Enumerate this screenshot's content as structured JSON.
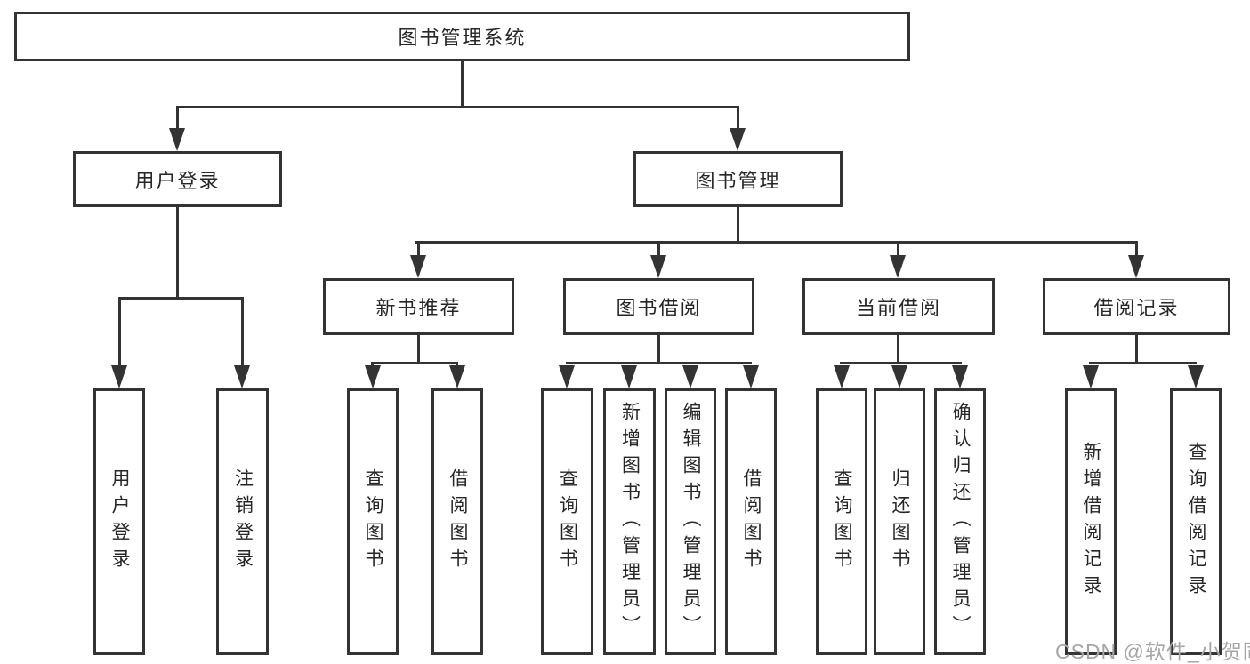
{
  "diagram": {
    "type": "hierarchy-tree",
    "title": "图书管理系统",
    "colors": {
      "background": "#ffffff",
      "line": "#333333",
      "box_border": "#333333",
      "box_fill": "#ffffff",
      "text": "#262626",
      "watermark": "#a6a6a6"
    },
    "watermark": "CSDN @软件_小贺同学",
    "nodes": {
      "root": {
        "label": "图书管理系统"
      },
      "userLogin": {
        "label": "用户登录"
      },
      "bookMgmt": {
        "label": "图书管理"
      },
      "newBookRec": {
        "label": "新书推荐"
      },
      "bookBorrow": {
        "label": "图书借阅"
      },
      "currentBorrow": {
        "label": "当前借阅"
      },
      "borrowRecords": {
        "label": "借阅记录"
      },
      "loginLeaf": {
        "label": "用户登录"
      },
      "logoutLeaf": {
        "label": "注销登录"
      },
      "recQuery": {
        "label": "查询图书"
      },
      "recBorrow": {
        "label": "借阅图书"
      },
      "bwQuery": {
        "label": "查询图书"
      },
      "bwAdd": {
        "label": "新增图书（管理员）"
      },
      "bwEdit": {
        "label": "编辑图书（管理员）"
      },
      "bwBorrow": {
        "label": "借阅图书"
      },
      "cbQuery": {
        "label": "查询图书"
      },
      "cbReturn": {
        "label": "归还图书"
      },
      "cbConfirm": {
        "label": "确认归还（管理员）"
      },
      "brAdd": {
        "label": "新增借阅记录"
      },
      "brQuery": {
        "label": "查询借阅记录"
      }
    },
    "hierarchy": {
      "图书管理系统": {
        "用户登录": [
          "用户登录",
          "注销登录"
        ],
        "图书管理": {
          "新书推荐": [
            "查询图书",
            "借阅图书"
          ],
          "图书借阅": [
            "查询图书",
            "新增图书（管理员）",
            "编辑图书（管理员）",
            "借阅图书"
          ],
          "当前借阅": [
            "查询图书",
            "归还图书",
            "确认归还（管理员）"
          ],
          "借阅记录": [
            "新增借阅记录",
            "查询借阅记录"
          ]
        }
      }
    }
  }
}
